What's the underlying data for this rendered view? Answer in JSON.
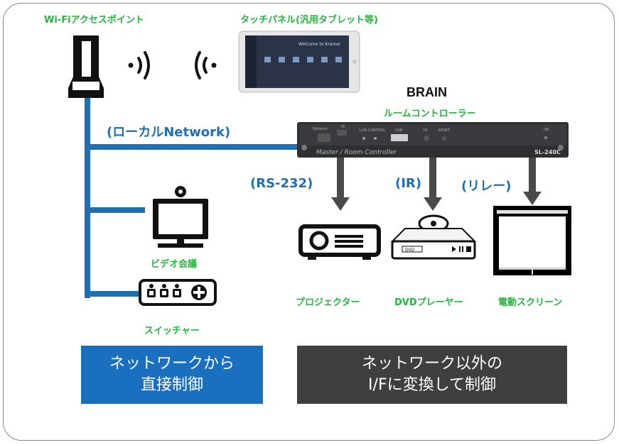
{
  "colors": {
    "network_line": "#1f6fb5",
    "label_green": "#1fb83a",
    "label_blue": "#1f6fb5",
    "arrow": "#4a4a4a",
    "box_network": "#1b6fbf",
    "box_other": "#3f3f3f"
  },
  "labels": {
    "wifi_ap": "Wi-Fiアクセスポイント",
    "touch_panel": "タッチパネル(汎用タブレット等)",
    "brain_title": "BRAIN",
    "brain_subtitle": "ルームコントローラー",
    "local_network": "(ローカルNetwork)",
    "rs232": "(RS-232)",
    "ir": "(IR)",
    "relay": "(リレー)",
    "video_conf": "ビデオ会議",
    "switcher": "スイッチャー",
    "projector": "プロジェクター",
    "dvd_player": "DVDプレーヤー",
    "screen": "電動スクリーン"
  },
  "controller_panel": {
    "brand_text": "Master / Room Controller",
    "model": "SL-240C",
    "labels": [
      "Network",
      "IR",
      "LAN",
      "CONTROL",
      "USB",
      "IO",
      "RESET",
      "ON"
    ]
  },
  "boxes": {
    "network_direct": {
      "line1": "ネットワークから",
      "line2": "直接制御"
    },
    "other_if": {
      "line1": "ネットワーク以外の",
      "line2": "I/Fに変換して制御"
    }
  },
  "icons": [
    "access-point-icon",
    "wifi-signal-icon",
    "tablet-icon",
    "controller-device-icon",
    "video-conference-icon",
    "switcher-icon",
    "projector-icon",
    "dvd-player-icon",
    "screen-icon"
  ]
}
